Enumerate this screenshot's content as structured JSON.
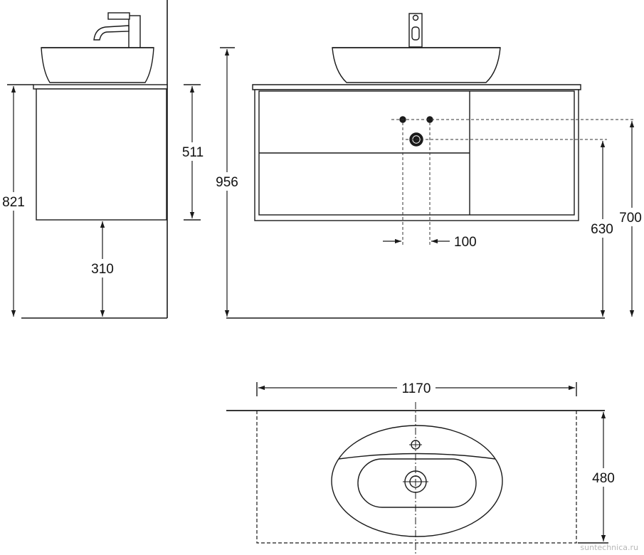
{
  "dimensions": {
    "side_total_height": "821",
    "side_cabinet_height": "511",
    "side_floor_gap": "310",
    "front_total_height": "956",
    "front_hole_spacing": "100",
    "front_drain_height": "630",
    "front_tap_height": "700",
    "top_width": "1170",
    "top_depth": "480"
  },
  "watermark": "suntechnica.ru",
  "colors": {
    "line": "#1a1a1a",
    "dash": "#333333",
    "text": "#111111"
  }
}
